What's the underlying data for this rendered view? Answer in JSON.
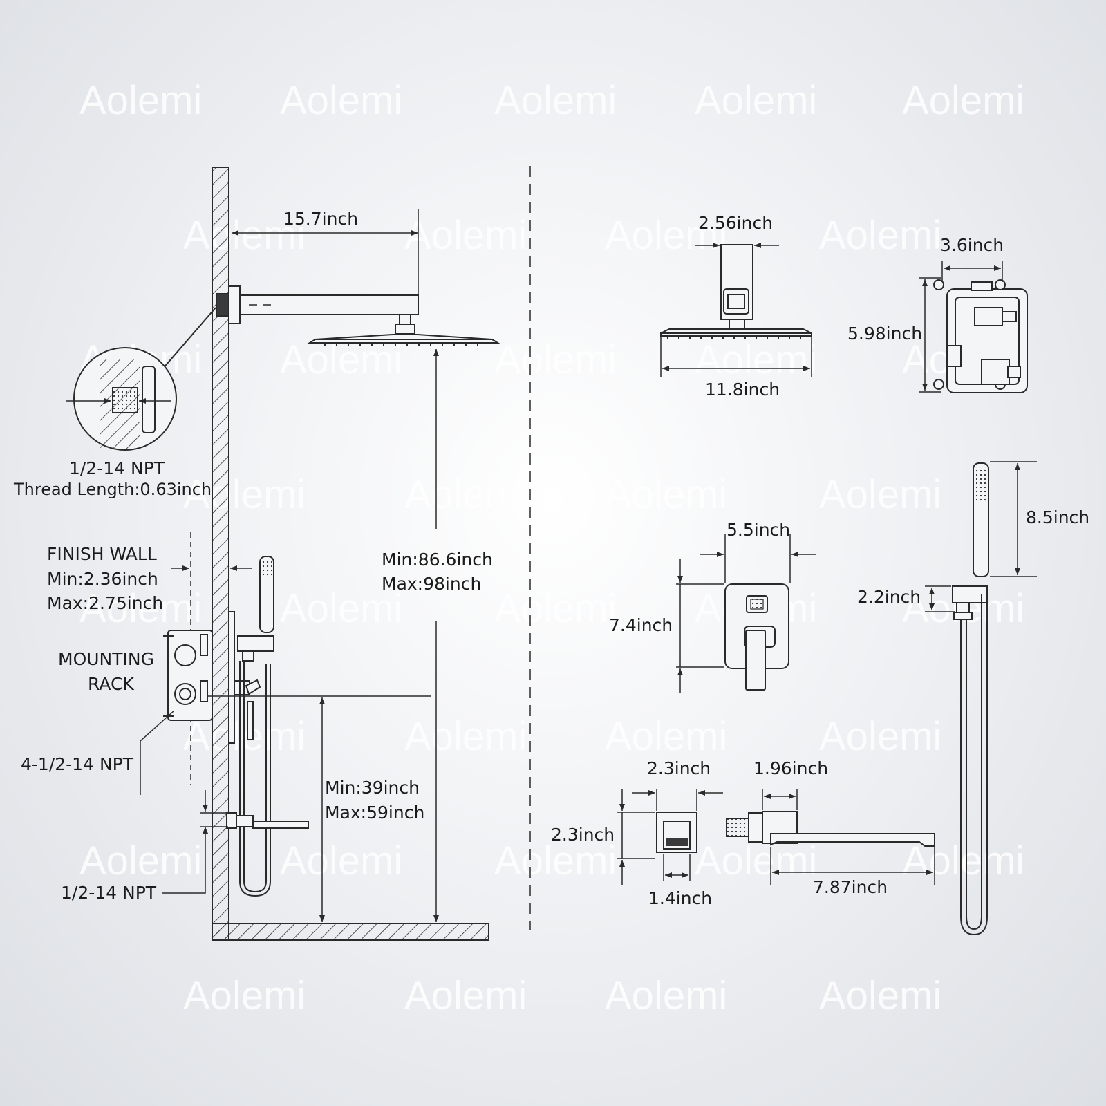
{
  "watermark": "Aolemi",
  "labels": {
    "arm_length": "15.7inch",
    "npt_top": "1/2-14 NPT",
    "thread_length": "Thread Length:0.63inch",
    "finish_wall": "FINISH WALL",
    "finish_min": "Min:2.36inch",
    "finish_max": "Max:2.75inch",
    "mounting_1": "MOUNTING",
    "mounting_2": "RACK",
    "npt_valve": "4-1/2-14 NPT",
    "npt_bottom": "1/2-14 NPT",
    "height_min": "Min:86.6inch",
    "height_max": "Max:98inch",
    "valve_min": "Min:39inch",
    "valve_max": "Max:59inch",
    "flange_width": "2.56inch",
    "head_width": "11.8inch",
    "box_width": "3.6inch",
    "box_height": "5.98inch",
    "trim_width": "5.5inch",
    "trim_height": "7.4inch",
    "handshower_len": "8.5inch",
    "holder_height": "2.2inch",
    "elbow_w": "2.3inch",
    "elbow_h": "2.3inch",
    "elbow_outlet": "1.4inch",
    "spout_base": "1.96inch",
    "spout_len": "7.87inch"
  }
}
